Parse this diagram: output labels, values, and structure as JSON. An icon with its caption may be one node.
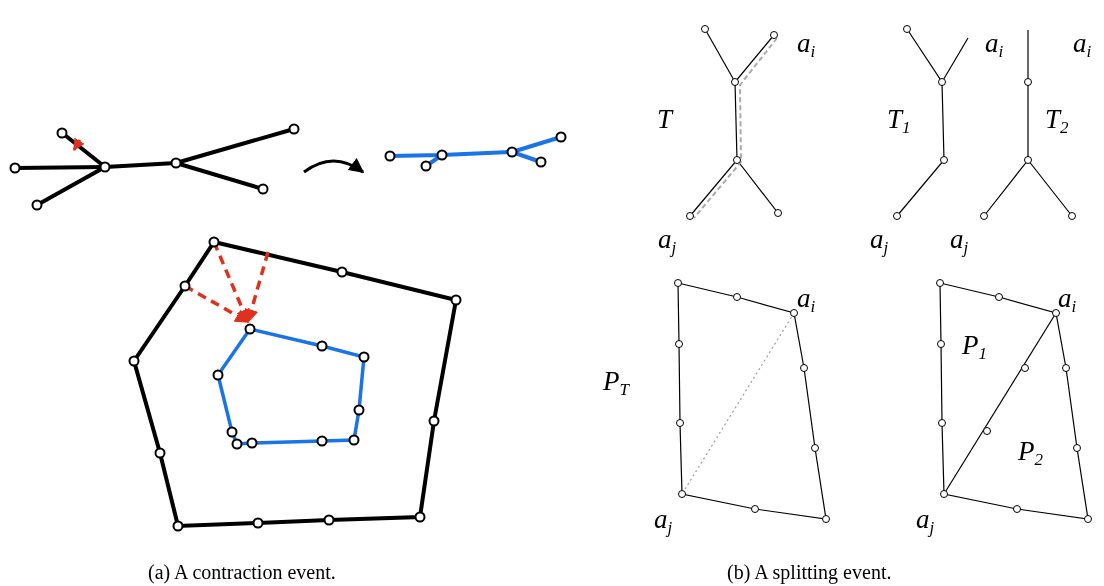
{
  "diagram": {
    "nodes": [
      {
        "text": [],
        "shape": "picture"
      },
      {
        "text": [],
        "shape": "picture"
      }
    ],
    "edges": [
      {
        "from": 0,
        "to": 1,
        "arrow": "to"
      }
    ],
    "labels": [
      "a$_{i}$",
      "a$_{i}$",
      "a$_{i}$",
      "T",
      "T$_{1}$",
      "T$_{2}$",
      "a$_{j}$",
      "a$_{j}$",
      "a$_{j}$",
      "a$_{i}$",
      "a$_{i}$",
      "P$_{1}$",
      "P$_{T}$",
      "P$_{2}$",
      "a$_{j}$",
      "a$_{j}$",
      "(a) A contraction event.",
      "(b) A splitting event."
    ]
  }
}
